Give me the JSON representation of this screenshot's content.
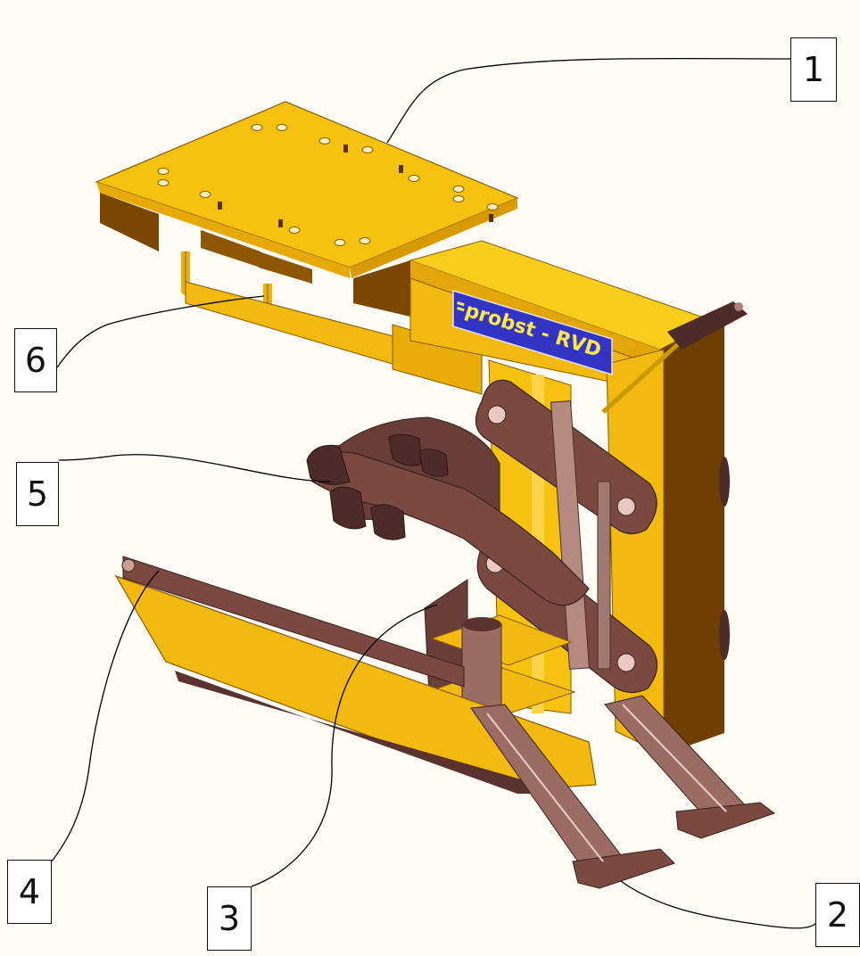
{
  "callouts": [
    {
      "id": "1",
      "label": "1"
    },
    {
      "id": "2",
      "label": "2"
    },
    {
      "id": "3",
      "label": "3"
    },
    {
      "id": "4",
      "label": "4"
    },
    {
      "id": "5",
      "label": "5"
    },
    {
      "id": "6",
      "label": "6"
    }
  ],
  "nameplate": {
    "text": "probst - RVD"
  },
  "colors": {
    "frame_yellow": "#f2b90f",
    "frame_shadow": "#c98d00",
    "frame_dark": "#7a4700",
    "arm_brown": "#7a4a42",
    "arm_dark": "#4d2b27",
    "plate_blue": "#3535c8",
    "background": "#fffcf5"
  }
}
